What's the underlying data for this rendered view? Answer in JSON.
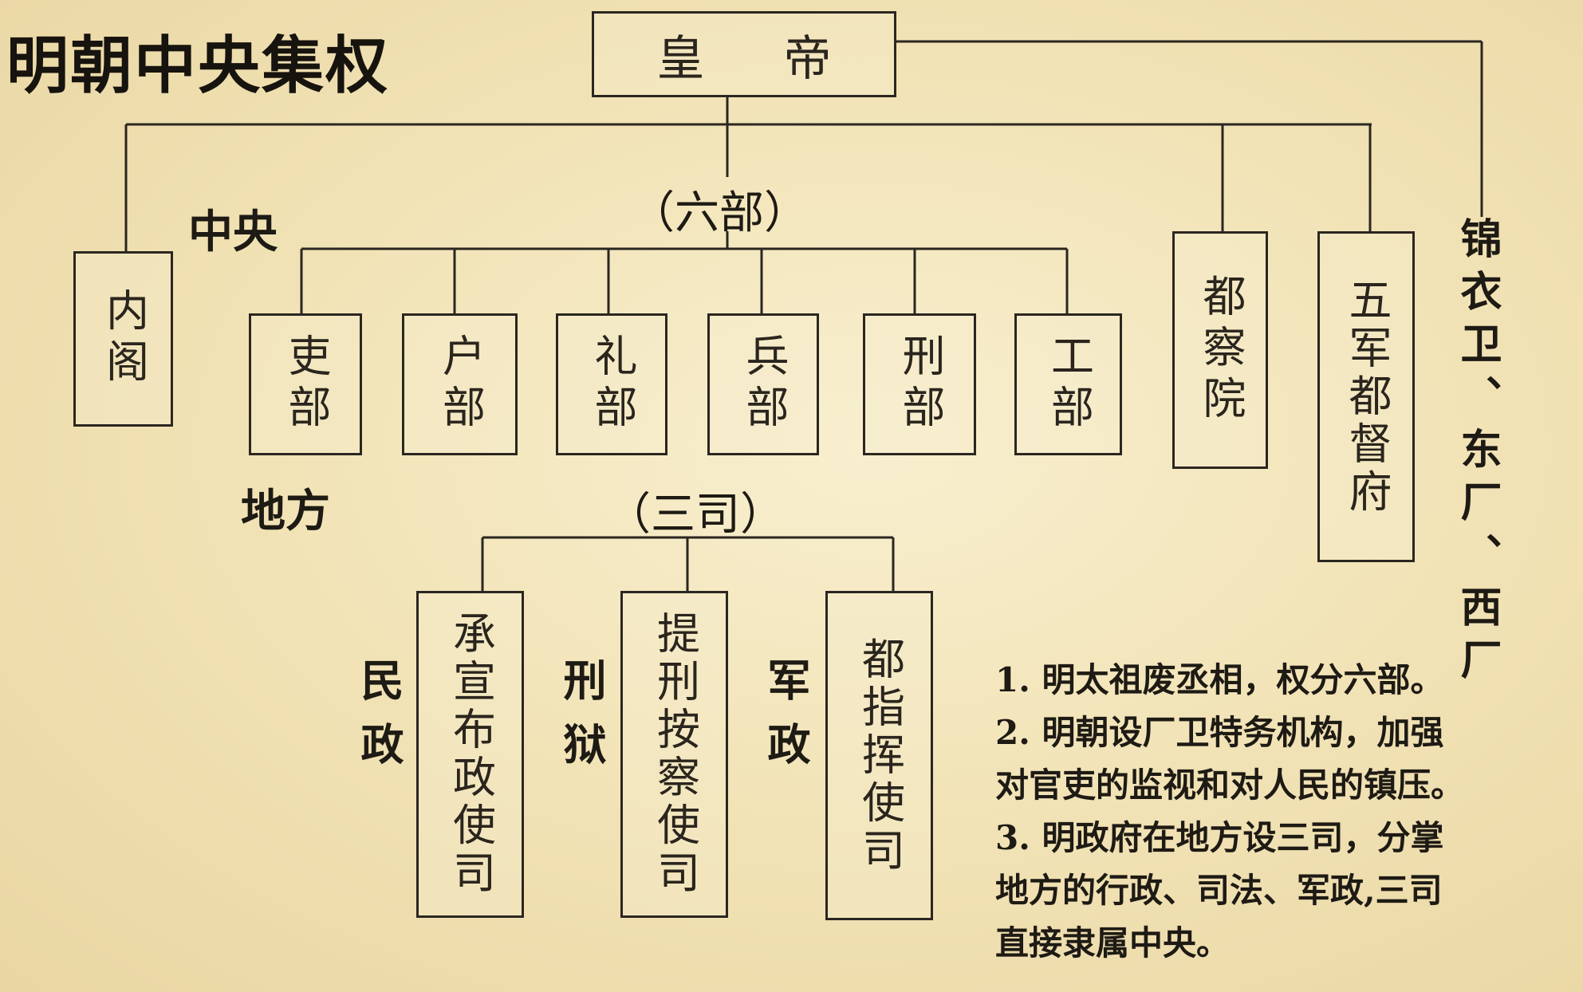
{
  "title": "明朝中央集权",
  "emperor": "皇 帝",
  "labels": {
    "central": "中央",
    "local": "地方",
    "six_ministries": "（六部）",
    "three_offices": "（三司）"
  },
  "neige": "内阁",
  "ministries": [
    "吏部",
    "户部",
    "礼部",
    "兵部",
    "刑部",
    "工部"
  ],
  "duchayuan": "都察院",
  "wujun": "五军都督府",
  "secret_police": "锦衣卫、东厂、西厂",
  "local_offices": [
    {
      "category": "民政",
      "name": "承宣布政使司"
    },
    {
      "category": "刑狱",
      "name": "提刑按察使司"
    },
    {
      "category": "军政",
      "name": "都指挥使司"
    }
  ],
  "notes": [
    "1. 明太祖废丞相，权分六部。",
    "2. 明朝设厂卫特务机构，加强",
    "对官吏的监视和对人民的镇压。",
    "3. 明政府在地方设三司，分掌",
    "地方的行政、司法、军政,三司",
    "直接隶属中央。"
  ],
  "colors": {
    "background": "#f2e4b8",
    "line": "#2b2620",
    "text": "#1e1a14"
  }
}
